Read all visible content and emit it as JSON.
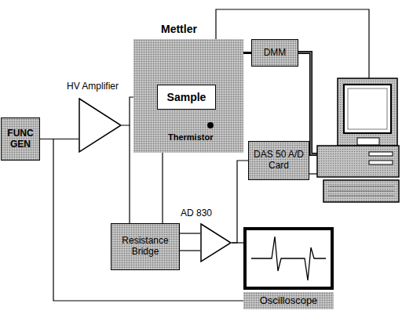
{
  "diagram": {
    "nodes": [
      {
        "text": [
          "FUNC GEN"
        ]
      },
      {
        "text": [
          "HV Amplifier"
        ]
      },
      {
        "text": [
          "Mettler"
        ]
      },
      {
        "text": [
          "Sample"
        ],
        "in": 2
      },
      {
        "text": [
          "Thermistor"
        ],
        "in": 2
      },
      {
        "text": [
          "DMM"
        ]
      },
      {
        "text": [
          "DAS 50 A/D Card"
        ]
      },
      {
        "text": [
          "AD 830"
        ]
      },
      {
        "text": [
          "Resistance Bridge"
        ]
      },
      {
        "text": [
          "Oscilloscope"
        ]
      }
    ],
    "edges": [
      {
        "from": 0,
        "to": 1,
        "arrow": "none"
      },
      {
        "from": 1,
        "to": 3,
        "arrow": "none"
      },
      {
        "from": 1,
        "to": 8,
        "arrow": "none"
      },
      {
        "from": 0,
        "to": 9,
        "arrow": "none"
      },
      {
        "from": 3,
        "to": 8,
        "arrow": "none"
      },
      {
        "from": 4,
        "to": 5,
        "arrow": "none"
      },
      {
        "from": 8,
        "to": 7,
        "arrow": "none"
      },
      {
        "from": 7,
        "to": 9,
        "arrow": "none"
      },
      {
        "from": 7,
        "to": 6,
        "arrow": "none"
      }
    ]
  }
}
